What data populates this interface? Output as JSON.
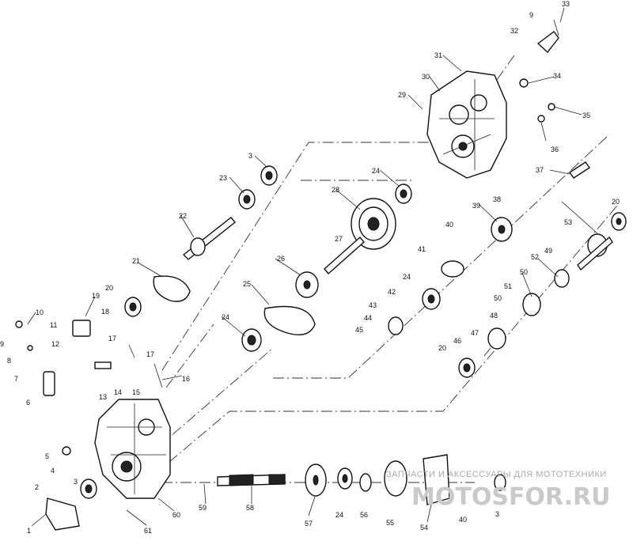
{
  "diagram": {
    "callouts": [
      {
        "id": "c33",
        "text": "33"
      },
      {
        "id": "c9a",
        "text": "9"
      },
      {
        "id": "c32",
        "text": "32"
      },
      {
        "id": "c31",
        "text": "31"
      },
      {
        "id": "c30",
        "text": "30"
      },
      {
        "id": "c34",
        "text": "34"
      },
      {
        "id": "c29",
        "text": "29"
      },
      {
        "id": "c35",
        "text": "35"
      },
      {
        "id": "c36",
        "text": "36"
      },
      {
        "id": "c37",
        "text": "37"
      },
      {
        "id": "c3a",
        "text": "3"
      },
      {
        "id": "c23",
        "text": "23"
      },
      {
        "id": "c24a",
        "text": "24"
      },
      {
        "id": "c28",
        "text": "28"
      },
      {
        "id": "c38",
        "text": "38"
      },
      {
        "id": "c39",
        "text": "39"
      },
      {
        "id": "c40a",
        "text": "40"
      },
      {
        "id": "c20a",
        "text": "20"
      },
      {
        "id": "c22",
        "text": "22"
      },
      {
        "id": "c53",
        "text": "53"
      },
      {
        "id": "c27",
        "text": "27"
      },
      {
        "id": "c41",
        "text": "41"
      },
      {
        "id": "c49",
        "text": "49"
      },
      {
        "id": "c52",
        "text": "52"
      },
      {
        "id": "c21",
        "text": "21"
      },
      {
        "id": "c26",
        "text": "26"
      },
      {
        "id": "c24b",
        "text": "24"
      },
      {
        "id": "c50a",
        "text": "50"
      },
      {
        "id": "c20b",
        "text": "20"
      },
      {
        "id": "c42",
        "text": "42"
      },
      {
        "id": "c51",
        "text": "51"
      },
      {
        "id": "c19",
        "text": "19"
      },
      {
        "id": "c25",
        "text": "25"
      },
      {
        "id": "c43",
        "text": "43"
      },
      {
        "id": "c50b",
        "text": "50"
      },
      {
        "id": "c10",
        "text": "10"
      },
      {
        "id": "c18",
        "text": "18"
      },
      {
        "id": "c44",
        "text": "44"
      },
      {
        "id": "c48",
        "text": "48"
      },
      {
        "id": "c11",
        "text": "11"
      },
      {
        "id": "c24c",
        "text": "24"
      },
      {
        "id": "c45",
        "text": "45"
      },
      {
        "id": "c9b",
        "text": "9"
      },
      {
        "id": "c12",
        "text": "12"
      },
      {
        "id": "c47",
        "text": "47"
      },
      {
        "id": "c17a",
        "text": "17"
      },
      {
        "id": "c46",
        "text": "46"
      },
      {
        "id": "c8",
        "text": "8"
      },
      {
        "id": "c17b",
        "text": "17"
      },
      {
        "id": "c20c",
        "text": "20"
      },
      {
        "id": "c7",
        "text": "7"
      },
      {
        "id": "c16",
        "text": "16"
      },
      {
        "id": "c13",
        "text": "13"
      },
      {
        "id": "c14",
        "text": "14"
      },
      {
        "id": "c15",
        "text": "15"
      },
      {
        "id": "c6",
        "text": "6"
      },
      {
        "id": "c5",
        "text": "5"
      },
      {
        "id": "c4",
        "text": "4"
      },
      {
        "id": "c2",
        "text": "2"
      },
      {
        "id": "c3b",
        "text": "3"
      },
      {
        "id": "c59",
        "text": "59"
      },
      {
        "id": "c58",
        "text": "58"
      },
      {
        "id": "c57",
        "text": "57"
      },
      {
        "id": "c24d",
        "text": "24"
      },
      {
        "id": "c56",
        "text": "56"
      },
      {
        "id": "c55",
        "text": "55"
      },
      {
        "id": "c54",
        "text": "54"
      },
      {
        "id": "c40b",
        "text": "40"
      },
      {
        "id": "c3c",
        "text": "3"
      },
      {
        "id": "c60",
        "text": "60"
      },
      {
        "id": "c61",
        "text": "61"
      },
      {
        "id": "c1",
        "text": "1"
      }
    ]
  },
  "watermark": {
    "line1": "ЗАПЧАСТИ И АКСЕССУАРЫ ДЛЯ МОТОТЕХНИКИ",
    "line2": "MOTOSFOR.RU"
  }
}
